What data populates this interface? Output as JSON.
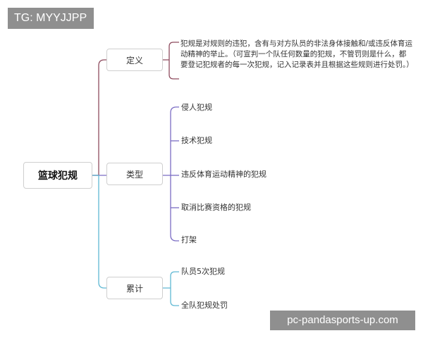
{
  "watermark_top": "TG: MYYJJPP",
  "watermark_bottom": "pc-pandasports-up.com",
  "root": {
    "label": "篮球犯规"
  },
  "branches": {
    "definition": {
      "label": "定义",
      "text": "犯规是对规则的违犯，含有与对方队员的非法身体接触和/或违反体育运动精神的举止。（可宣判一个队任何数量的犯规，不管罚则是什么，都要登记犯规者的每一次犯规，记入记录表并且根据这些规则进行处罚。）"
    },
    "types": {
      "label": "类型",
      "items": [
        "侵人犯规",
        "技术犯规",
        "违反体育运动精神的犯规",
        "取消比赛资格的犯规",
        "打架"
      ]
    },
    "accumulation": {
      "label": "累计",
      "items": [
        "队员5次犯规",
        "全队犯规处罚"
      ]
    }
  },
  "colors": {
    "definition_line": "#8e4b5e",
    "types_line": "#7b6cc4",
    "accumulation_line": "#5fb8d3"
  }
}
